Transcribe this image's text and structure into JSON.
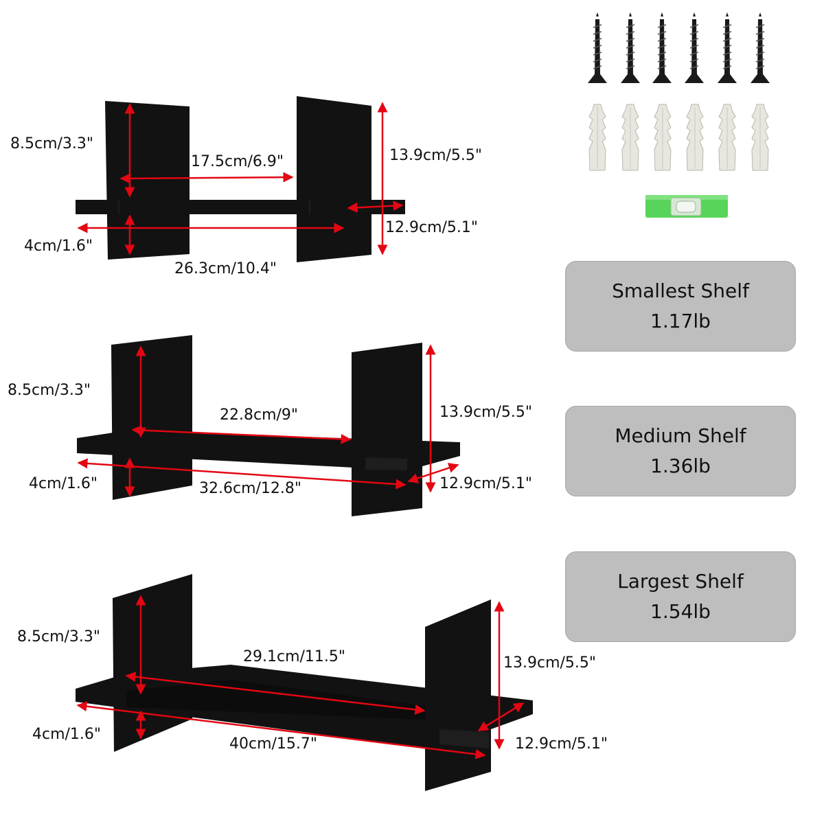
{
  "shelves": [
    {
      "name": "Smallest Shelf",
      "weight": "1.17lb",
      "dims": {
        "side_height": "8.5cm/3.3\"",
        "inner_width": "17.5cm/6.9\"",
        "panel_height": "13.9cm/5.5\"",
        "depth": "12.9cm/5.1\"",
        "base_height": "4cm/1.6\"",
        "total_length": "26.3cm/10.4\""
      }
    },
    {
      "name": "Medium Shelf",
      "weight": "1.36lb",
      "dims": {
        "side_height": "8.5cm/3.3\"",
        "inner_width": "22.8cm/9\"",
        "panel_height": "13.9cm/5.5\"",
        "depth": "12.9cm/5.1\"",
        "base_height": "4cm/1.6\"",
        "total_length": "32.6cm/12.8\""
      }
    },
    {
      "name": "Largest Shelf",
      "weight": "1.54lb",
      "dims": {
        "side_height": "8.5cm/3.3\"",
        "inner_width": "29.1cm/11.5\"",
        "panel_height": "13.9cm/5.5\"",
        "depth": "12.9cm/5.1\"",
        "base_height": "4cm/1.6\"",
        "total_length": "40cm/15.7\""
      }
    }
  ],
  "hardware": {
    "screws_count": 6,
    "anchors_count": 6,
    "level_count": 1
  },
  "colors": {
    "shelf": "#121212",
    "arrow": "#e30613",
    "card_bg": "#bebebe",
    "level_body": "#59d45a"
  }
}
